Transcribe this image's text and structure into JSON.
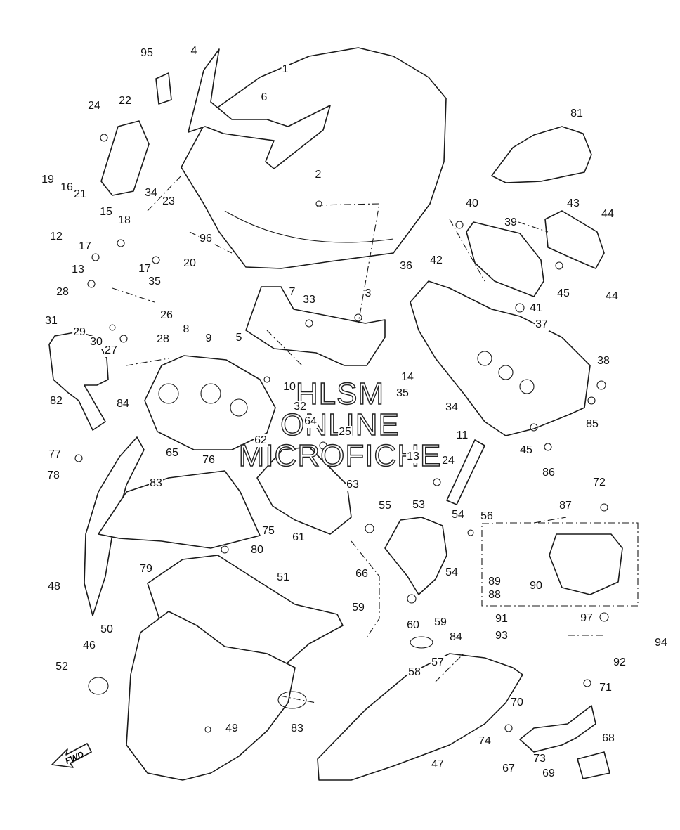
{
  "watermark": {
    "line1": "HLSM",
    "line2": "ONLINE",
    "line3": "MICROFICHE"
  },
  "direction_label": "FWD",
  "callouts": [
    {
      "id": "1",
      "label": "1"
    },
    {
      "id": "2",
      "label": "2"
    },
    {
      "id": "3",
      "label": "3"
    },
    {
      "id": "4",
      "label": "4"
    },
    {
      "id": "5",
      "label": "5"
    },
    {
      "id": "6",
      "label": "6"
    },
    {
      "id": "7",
      "label": "7"
    },
    {
      "id": "8",
      "label": "8"
    },
    {
      "id": "9",
      "label": "9"
    },
    {
      "id": "10",
      "label": "10"
    },
    {
      "id": "11",
      "label": "11"
    },
    {
      "id": "12",
      "label": "12"
    },
    {
      "id": "13a",
      "label": "13"
    },
    {
      "id": "13b",
      "label": "13"
    },
    {
      "id": "14",
      "label": "14"
    },
    {
      "id": "15",
      "label": "15"
    },
    {
      "id": "16",
      "label": "16"
    },
    {
      "id": "17a",
      "label": "17"
    },
    {
      "id": "17b",
      "label": "17"
    },
    {
      "id": "18",
      "label": "18"
    },
    {
      "id": "19",
      "label": "19"
    },
    {
      "id": "20",
      "label": "20"
    },
    {
      "id": "21",
      "label": "21"
    },
    {
      "id": "22",
      "label": "22"
    },
    {
      "id": "23",
      "label": "23"
    },
    {
      "id": "24a",
      "label": "24"
    },
    {
      "id": "24b",
      "label": "24"
    },
    {
      "id": "25",
      "label": "25"
    },
    {
      "id": "26",
      "label": "26"
    },
    {
      "id": "27",
      "label": "27"
    },
    {
      "id": "28a",
      "label": "28"
    },
    {
      "id": "28b",
      "label": "28"
    },
    {
      "id": "29",
      "label": "29"
    },
    {
      "id": "30",
      "label": "30"
    },
    {
      "id": "31",
      "label": "31"
    },
    {
      "id": "32",
      "label": "32"
    },
    {
      "id": "33",
      "label": "33"
    },
    {
      "id": "34a",
      "label": "34"
    },
    {
      "id": "34b",
      "label": "34"
    },
    {
      "id": "35a",
      "label": "35"
    },
    {
      "id": "35b",
      "label": "35"
    },
    {
      "id": "36",
      "label": "36"
    },
    {
      "id": "37",
      "label": "37"
    },
    {
      "id": "38",
      "label": "38"
    },
    {
      "id": "39",
      "label": "39"
    },
    {
      "id": "40",
      "label": "40"
    },
    {
      "id": "41",
      "label": "41"
    },
    {
      "id": "42",
      "label": "42"
    },
    {
      "id": "43",
      "label": "43"
    },
    {
      "id": "44a",
      "label": "44"
    },
    {
      "id": "44b",
      "label": "44"
    },
    {
      "id": "45a",
      "label": "45"
    },
    {
      "id": "45b",
      "label": "45"
    },
    {
      "id": "46",
      "label": "46"
    },
    {
      "id": "47",
      "label": "47"
    },
    {
      "id": "48",
      "label": "48"
    },
    {
      "id": "49",
      "label": "49"
    },
    {
      "id": "50",
      "label": "50"
    },
    {
      "id": "51",
      "label": "51"
    },
    {
      "id": "52",
      "label": "52"
    },
    {
      "id": "53",
      "label": "53"
    },
    {
      "id": "54a",
      "label": "54"
    },
    {
      "id": "54b",
      "label": "54"
    },
    {
      "id": "55",
      "label": "55"
    },
    {
      "id": "56",
      "label": "56"
    },
    {
      "id": "57",
      "label": "57"
    },
    {
      "id": "58",
      "label": "58"
    },
    {
      "id": "59a",
      "label": "59"
    },
    {
      "id": "59b",
      "label": "59"
    },
    {
      "id": "60",
      "label": "60"
    },
    {
      "id": "61",
      "label": "61"
    },
    {
      "id": "62",
      "label": "62"
    },
    {
      "id": "63",
      "label": "63"
    },
    {
      "id": "64",
      "label": "64"
    },
    {
      "id": "65",
      "label": "65"
    },
    {
      "id": "66",
      "label": "66"
    },
    {
      "id": "67",
      "label": "67"
    },
    {
      "id": "68",
      "label": "68"
    },
    {
      "id": "69",
      "label": "69"
    },
    {
      "id": "70",
      "label": "70"
    },
    {
      "id": "71",
      "label": "71"
    },
    {
      "id": "72",
      "label": "72"
    },
    {
      "id": "73",
      "label": "73"
    },
    {
      "id": "74",
      "label": "74"
    },
    {
      "id": "75",
      "label": "75"
    },
    {
      "id": "76",
      "label": "76"
    },
    {
      "id": "77",
      "label": "77"
    },
    {
      "id": "78",
      "label": "78"
    },
    {
      "id": "79",
      "label": "79"
    },
    {
      "id": "80",
      "label": "80"
    },
    {
      "id": "81",
      "label": "81"
    },
    {
      "id": "82",
      "label": "82"
    },
    {
      "id": "83a",
      "label": "83"
    },
    {
      "id": "83b",
      "label": "83"
    },
    {
      "id": "84a",
      "label": "84"
    },
    {
      "id": "84b",
      "label": "84"
    },
    {
      "id": "85",
      "label": "85"
    },
    {
      "id": "86",
      "label": "86"
    },
    {
      "id": "87",
      "label": "87"
    },
    {
      "id": "88",
      "label": "88"
    },
    {
      "id": "89",
      "label": "89"
    },
    {
      "id": "90",
      "label": "90"
    },
    {
      "id": "91",
      "label": "91"
    },
    {
      "id": "92",
      "label": "92"
    },
    {
      "id": "93",
      "label": "93"
    },
    {
      "id": "94",
      "label": "94"
    },
    {
      "id": "95",
      "label": "95"
    },
    {
      "id": "96",
      "label": "96"
    },
    {
      "id": "97",
      "label": "97"
    }
  ]
}
